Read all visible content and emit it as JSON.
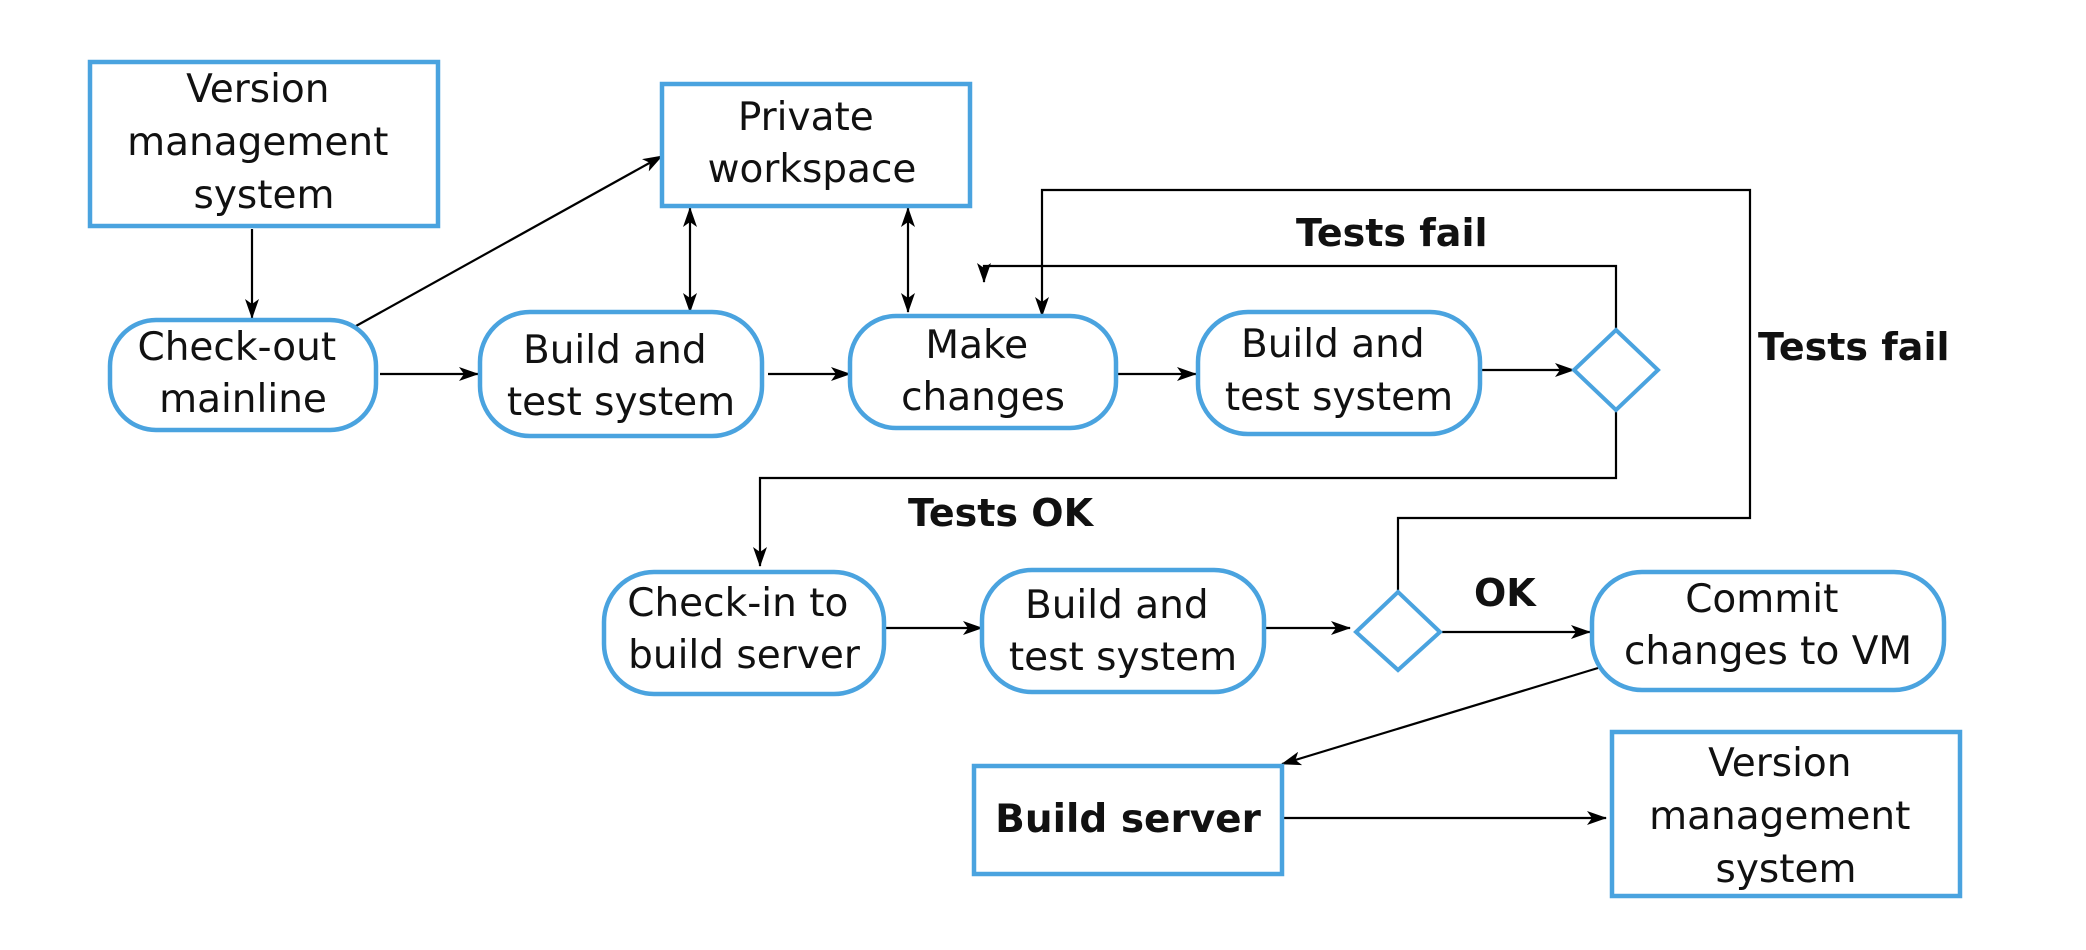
{
  "diagram": {
    "nodes": {
      "vms_top": {
        "lines": [
          "Version",
          "management",
          "system"
        ]
      },
      "private_workspace": {
        "lines": [
          "Private",
          "workspace"
        ]
      },
      "checkout": {
        "lines": [
          "Check-out",
          "mainline"
        ]
      },
      "build1": {
        "lines": [
          "Build and",
          "test system"
        ]
      },
      "make_changes": {
        "lines": [
          "Make",
          "changes"
        ]
      },
      "build2": {
        "lines": [
          "Build and",
          "test system"
        ]
      },
      "checkin": {
        "lines": [
          "Check-in to",
          "build server"
        ]
      },
      "build3": {
        "lines": [
          "Build and",
          "test system"
        ]
      },
      "commit": {
        "lines": [
          "Commit",
          "changes to VM"
        ]
      },
      "build_server": {
        "lines": [
          "Build server"
        ]
      },
      "vms_bottom": {
        "lines": [
          "Version",
          "management",
          "system"
        ]
      }
    },
    "labels": {
      "tests_fail_1": "Tests fail",
      "tests_fail_2": "Tests fail",
      "tests_ok": "Tests OK",
      "ok": "OK"
    },
    "colors": {
      "node_border": "#4aa3df",
      "edge": "#000000",
      "text": "#111111"
    }
  }
}
